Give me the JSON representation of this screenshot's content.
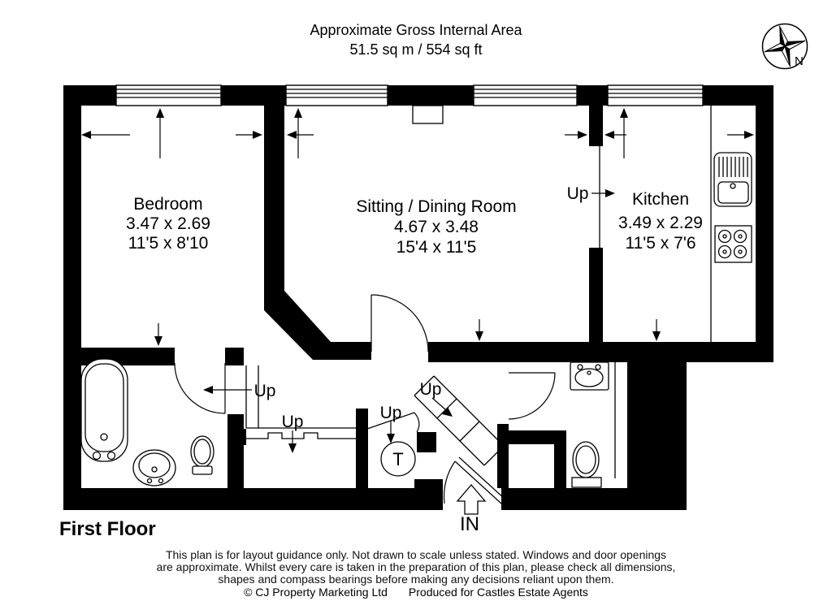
{
  "header": {
    "title": "Approximate Gross Internal Area",
    "area": "51.5 sq m / 554 sq ft"
  },
  "compass": {
    "north_label": "N"
  },
  "rooms": {
    "bedroom": {
      "name": "Bedroom",
      "size_metric": "3.47 x 2.69",
      "size_imperial": "11'5 x 8'10"
    },
    "sitting_dining": {
      "name": "Sitting / Dining Room",
      "size_metric": "4.67 x 3.48",
      "size_imperial": "15'4 x 11'5"
    },
    "kitchen": {
      "name": "Kitchen",
      "size_metric": "3.49 x 2.29",
      "size_imperial": "11'5 x 7'6"
    }
  },
  "annotations": {
    "up_kitchen": "Up",
    "up_hall": "Up",
    "up_stairs": "Up",
    "up_closet": "Up",
    "up_entrance_stairs": "Up",
    "tank": "T",
    "entrance": "IN"
  },
  "floor_label": "First Floor",
  "footer": {
    "line1": "This plan is for layout guidance only. Not drawn to scale unless stated. Windows and door openings",
    "line2": "are approximate. Whilst every care is taken in the preparation of this plan, please check all dimensions,",
    "line3": "shapes and compass bearings before making any decisions reliant upon them.",
    "copyright": "© CJ Property Marketing Ltd",
    "produced": "Produced for Castles Estate Agents"
  },
  "colors": {
    "wall": "#000000",
    "background": "#ffffff"
  }
}
